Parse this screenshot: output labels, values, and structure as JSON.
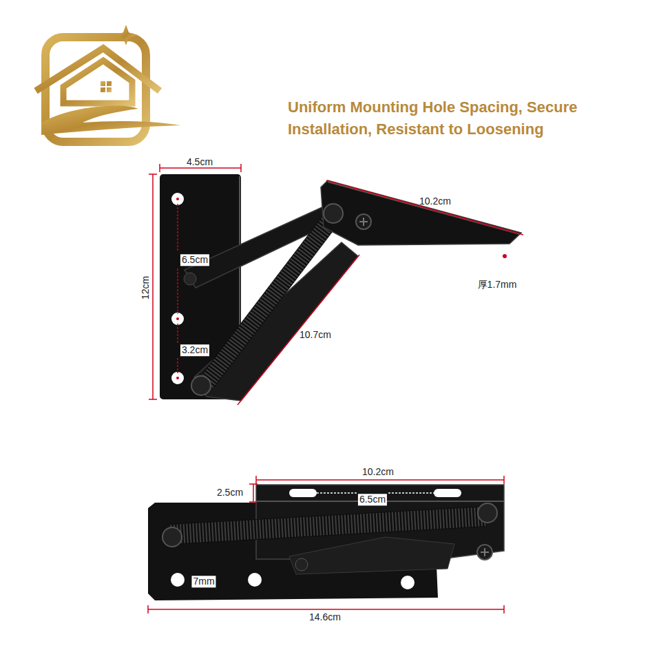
{
  "diagram": {
    "title": "Uniform Mounting Hole Spacing, Secure Installation, Resistant to Loosening",
    "labels": [
      "4.5cm",
      "12cm",
      "6.5cm",
      "3.2cm",
      "10.7cm",
      "10.2cm",
      "厚1.7mm",
      "10.2cm",
      "2.5cm",
      "6.5cm",
      "7mm",
      "14.6cm"
    ]
  }
}
